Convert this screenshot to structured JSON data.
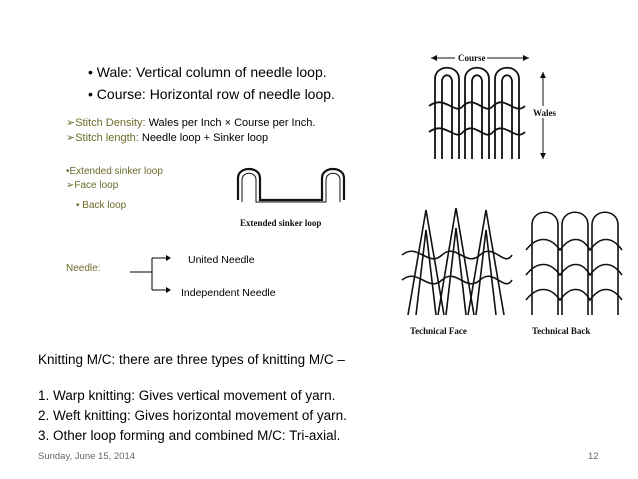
{
  "bullets_top": [
    "• Wale: Vertical column of needle loop.",
    "• Course: Horizontal row of needle loop."
  ],
  "stitch_density": {
    "marker": "➢",
    "label": "Stitch Density:",
    "value": " Wales per Inch × Course per Inch."
  },
  "stitch_length": {
    "marker": "➢",
    "label": "Stitch length:",
    "value": " Needle loop + Sinker loop"
  },
  "loop_list": [
    "•Extended sinker loop",
    "➢Face loop",
    "• Back loop"
  ],
  "needle": {
    "label": "Needle:",
    "branch1": "United Needle",
    "branch2": "Independent Needle"
  },
  "figures": {
    "course_label": "Course",
    "wales_label": "Wales",
    "extended_caption": "Extended sinker loop",
    "face_caption": "Technical Face",
    "back_caption": "Technical Back"
  },
  "knitting": {
    "intro": "Knitting M/C: there are three types of knitting M/C –",
    "items": [
      "1.  Warp knitting: Gives vertical movement of yarn.",
      "2.  Weft knitting: Gives horizontal movement of yarn.",
      "3.  Other loop forming and combined M/C: Tri-axial."
    ]
  },
  "footer": {
    "date": "Sunday, June 15, 2014",
    "page": "12"
  },
  "colors": {
    "olive": "#6b6b2a",
    "text": "#000000",
    "footer": "#666666"
  }
}
